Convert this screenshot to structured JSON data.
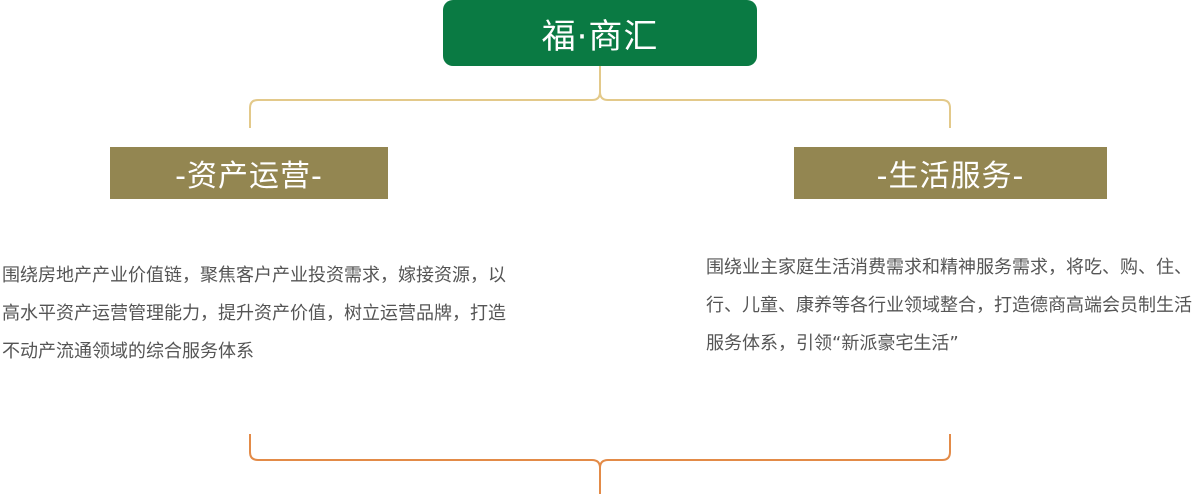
{
  "root": {
    "label": "福·商汇",
    "color": "#0a7a43"
  },
  "branches": [
    {
      "label": "-资产运营-",
      "description": "围绕房地产产业价值链，聚焦客户产业投资需求，嫁接资源，以高水平资产运营管理能力，提升资产价值，树立运营品牌，打造不动产流通领域的综合服务体系"
    },
    {
      "label": "-生活服务-",
      "description": "围绕业主家庭生活消费需求和精神服务需求，将吃、购、住、行、儿童、康养等各行业领域整合，打造德商高端会员制生活服务体系，引领“新派豪宅生活”"
    }
  ],
  "colors": {
    "branch_fill": "#938651",
    "top_bracket": "#e3c98a",
    "bottom_bracket": "#e38b48"
  }
}
